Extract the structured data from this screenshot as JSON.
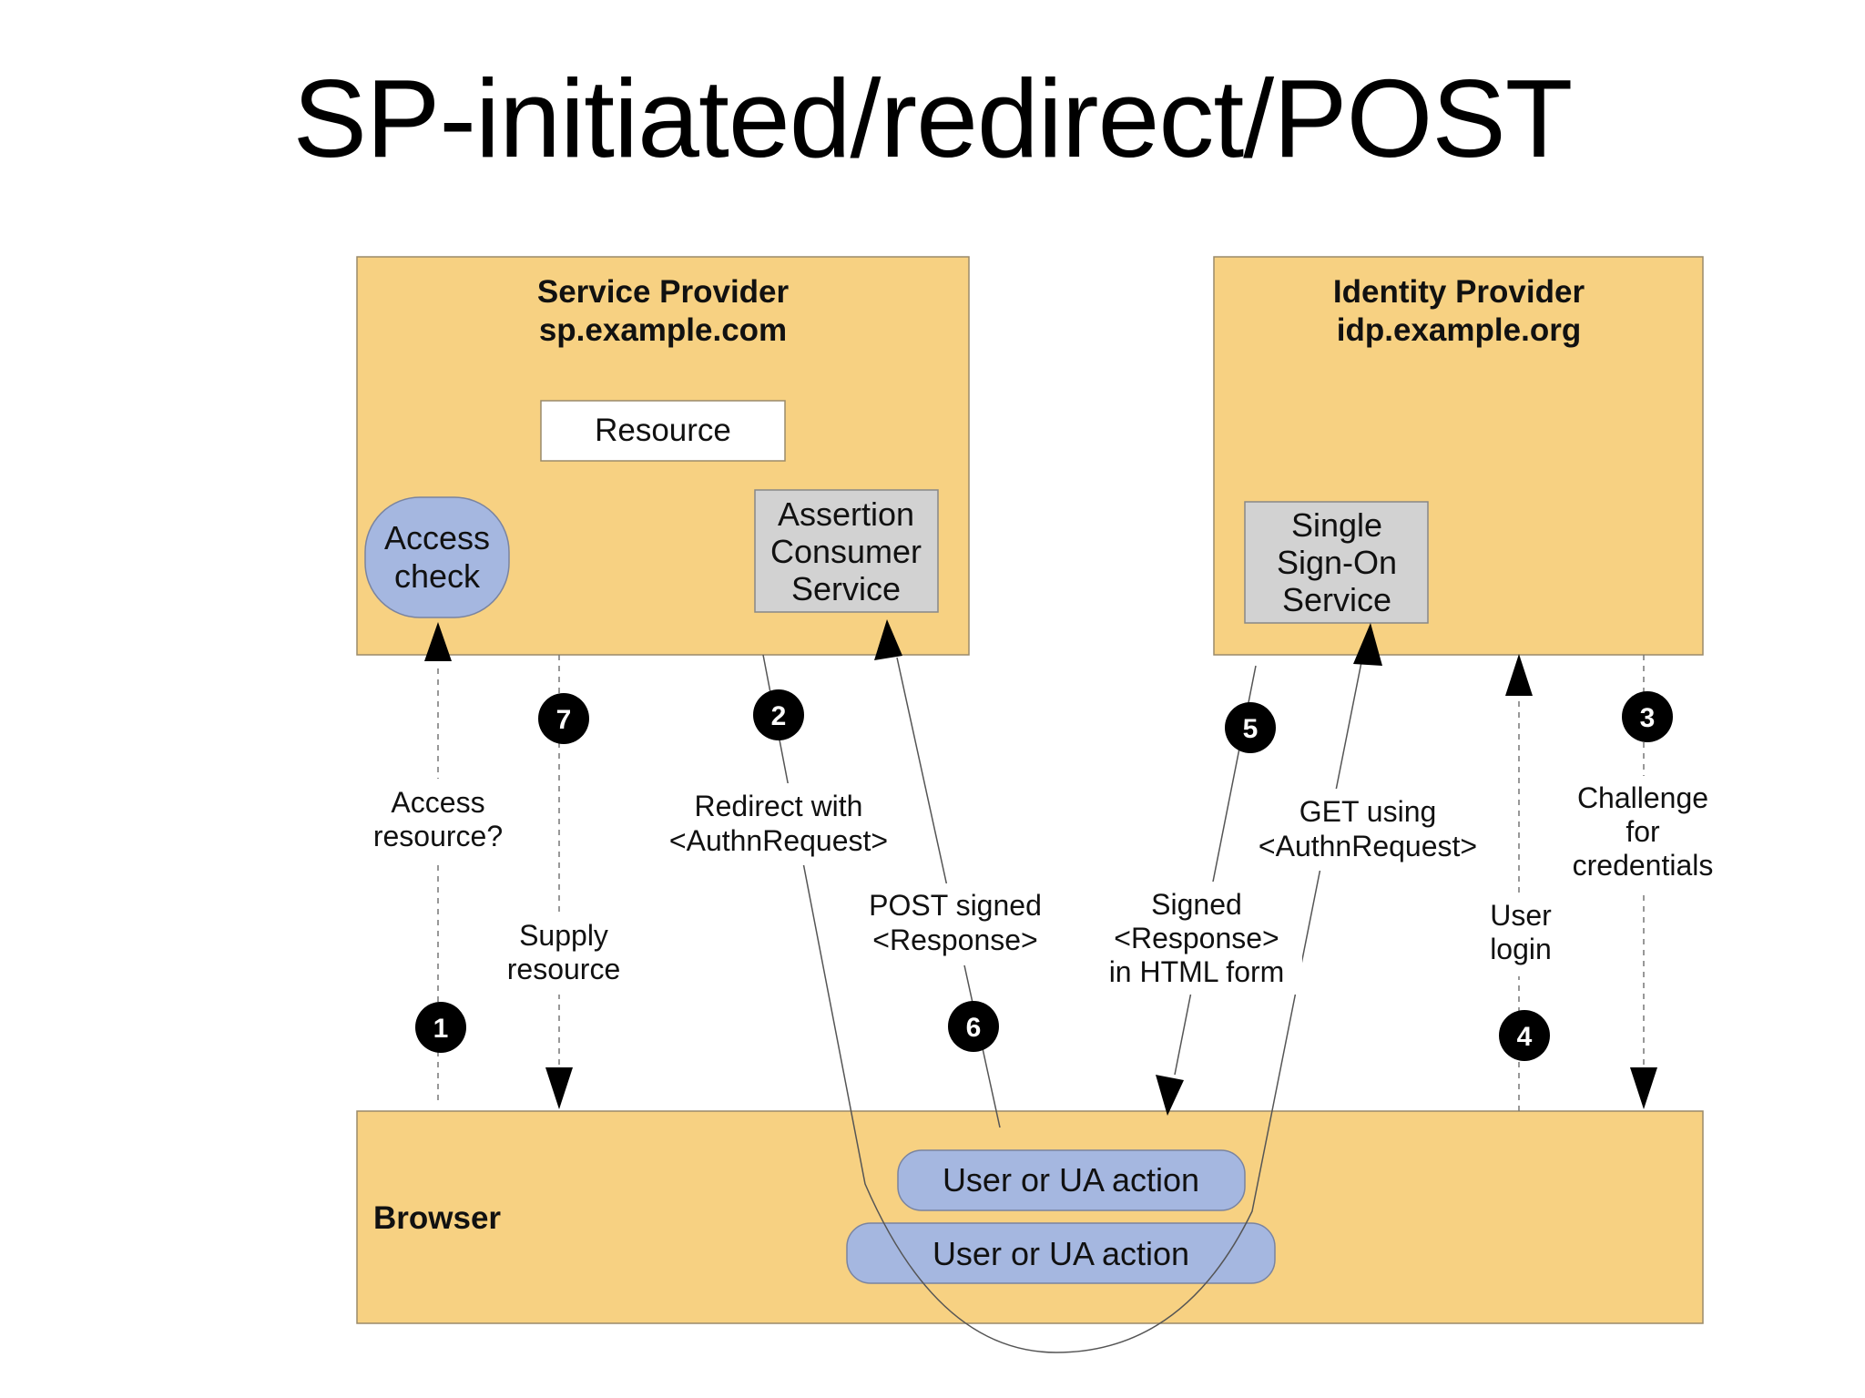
{
  "title": "SP-initiated/redirect/POST",
  "colors": {
    "box_fill": "#f7d182",
    "box_stroke": "#9a8a6a",
    "pill_fill": "#a5b7e0",
    "gray_fill": "#d2d2d2",
    "badge_fill": "#000000",
    "text": "#111111"
  },
  "service_provider": {
    "name": "Service Provider",
    "host": "sp.example.com",
    "resource": "Resource",
    "access_check": [
      "Access",
      "check"
    ],
    "acs": [
      "Assertion",
      "Consumer",
      "Service"
    ]
  },
  "identity_provider": {
    "name": "Identity Provider",
    "host": "idp.example.org",
    "sso": [
      "Single",
      "Sign-On",
      "Service"
    ]
  },
  "browser": {
    "name": "Browser",
    "action_1": "User or UA action",
    "action_2": "User or UA action"
  },
  "steps": {
    "s1": {
      "num": "1",
      "label": [
        "Access",
        "resource?"
      ]
    },
    "s2": {
      "num": "2",
      "label": [
        "Redirect with",
        "<AuthnRequest>"
      ]
    },
    "s3": {
      "num": "3",
      "label": [
        "Challenge",
        "for",
        "credentials"
      ]
    },
    "s4": {
      "num": "4",
      "label": [
        "User",
        "login"
      ]
    },
    "s5": {
      "num": "5",
      "label": [
        "Signed",
        "<Response>",
        "in HTML form"
      ]
    },
    "s5b": {
      "label": [
        "GET using",
        "<AuthnRequest>"
      ]
    },
    "s6": {
      "num": "6",
      "label": [
        "POST signed",
        "<Response>"
      ]
    },
    "s7": {
      "num": "7",
      "label": [
        "Supply",
        "resource"
      ]
    }
  }
}
